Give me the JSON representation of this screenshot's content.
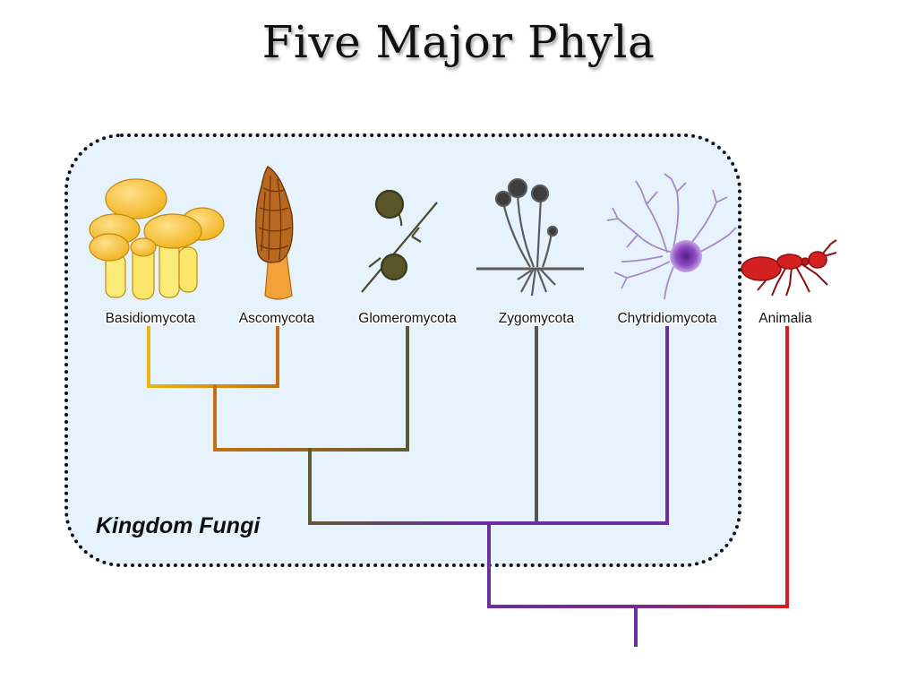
{
  "title": "Five Major Phyla",
  "kingdom_label": "Kingdom Fungi",
  "taxa": [
    {
      "label": "Basidiomycota",
      "icon": "mushroom-cluster-icon",
      "color": "#e8b512"
    },
    {
      "label": "Ascomycota",
      "icon": "morel-icon",
      "color": "#c8700f"
    },
    {
      "label": "Glomeromycota",
      "icon": "spore-hypha-icon",
      "color": "#5c5b33"
    },
    {
      "label": "Zygomycota",
      "icon": "bread-mold-icon",
      "color": "#555555"
    },
    {
      "label": "Chytridiomycota",
      "icon": "chytrid-icon",
      "color": "#6b2fa0"
    },
    {
      "label": "Animalia",
      "icon": "ant-icon",
      "color": "#d42020"
    }
  ],
  "colors": {
    "box_fill": "#e6f2fc",
    "purple": "#6b2fa0",
    "red": "#d42020"
  }
}
